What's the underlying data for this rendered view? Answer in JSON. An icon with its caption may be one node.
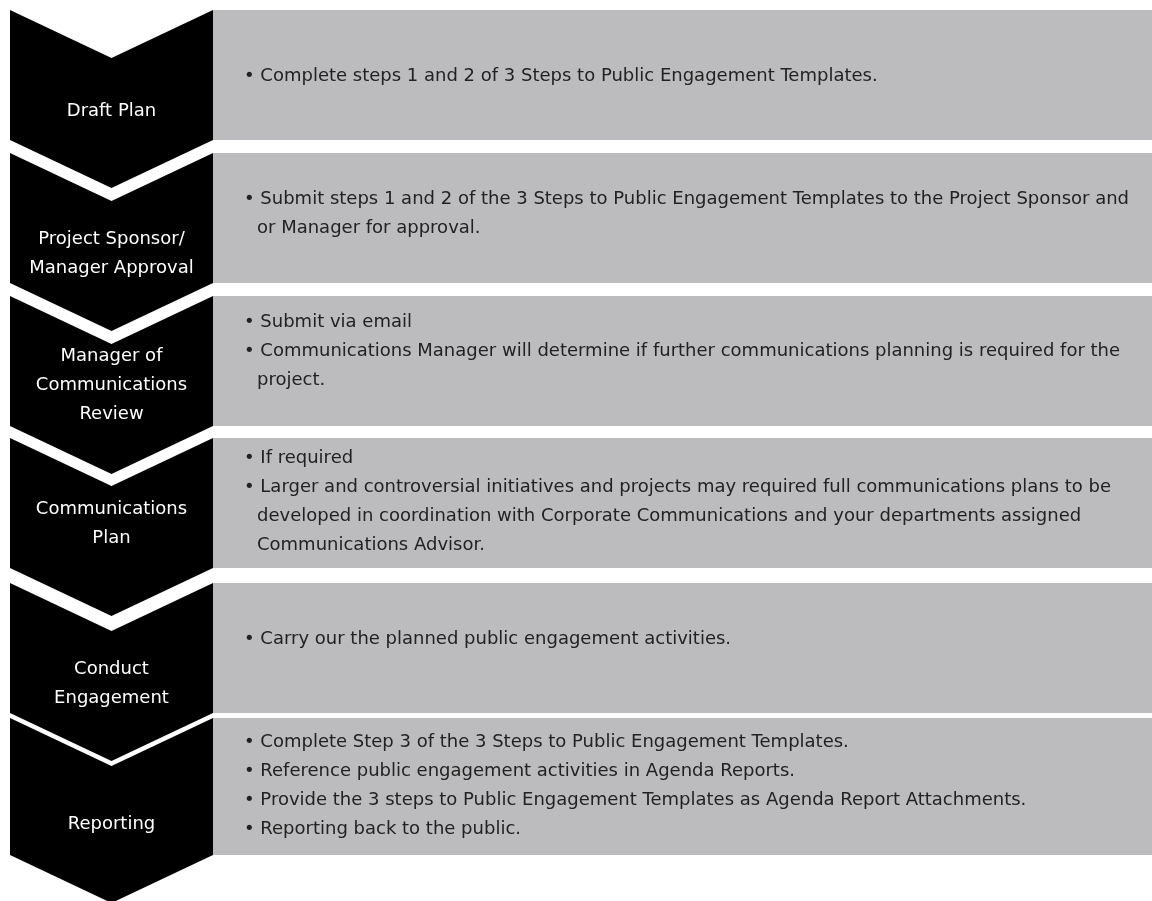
{
  "diagram": {
    "nodes": [
      {
        "text": [
          "Draft Plan"
        ]
      },
      {
        "text": [
          "• Complete steps 1 and 2 of 3 Steps to Public Engagement Templates."
        ]
      },
      {
        "text": [
          "Project Sponsor/ Manager Approval"
        ]
      },
      {
        "text": [
          "• Submit steps 1 and 2 of the 3 Steps to Public Engagement Templates to the Project Sponsor and or Manager for approval."
        ]
      },
      {
        "text": [
          "Manager of Communications Review"
        ]
      },
      {
        "text": [
          "• Submit via email",
          "• Communications Manager will determine if further communications planning is required for the project."
        ]
      },
      {
        "text": [
          "Communications Plan"
        ]
      },
      {
        "text": [
          "• If required",
          "• Larger and controversial initiatives and projects may required full communications plans to be developed in coordination with Corporate Communications and your departments assigned Communications Advisor."
        ]
      },
      {
        "text": [
          "Conduct Engagement"
        ]
      },
      {
        "text": [
          "• Carry our the planned public engagement activities."
        ]
      },
      {
        "text": [
          "Reporting"
        ]
      },
      {
        "text": [
          "• Complete Step 3 of the 3 Steps to Public Engagement Templates.",
          "• Reference public engagement activities in Agenda Reports.",
          "• Provide the 3 steps to Public Engagement Templates as Agenda Report Attachments.",
          "• Reporting back to the public."
        ]
      }
    ]
  }
}
